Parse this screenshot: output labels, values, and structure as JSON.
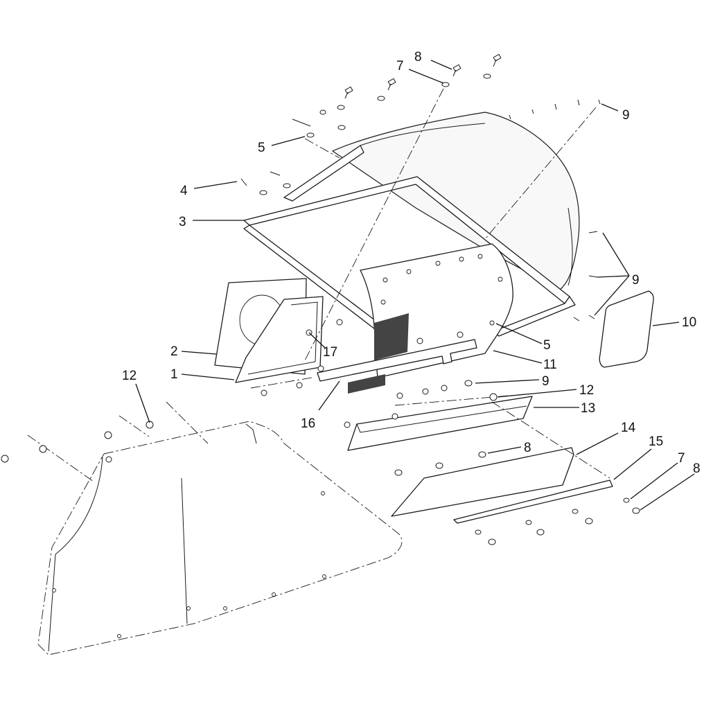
{
  "diagram": {
    "callouts": [
      {
        "id": "c8a",
        "label": "8"
      },
      {
        "id": "c7a",
        "label": "7"
      },
      {
        "id": "c9a",
        "label": "9"
      },
      {
        "id": "c5a",
        "label": "5"
      },
      {
        "id": "c4",
        "label": "4"
      },
      {
        "id": "c3",
        "label": "3"
      },
      {
        "id": "c9b",
        "label": "9"
      },
      {
        "id": "c10",
        "label": "10"
      },
      {
        "id": "c2",
        "label": "2"
      },
      {
        "id": "c17",
        "label": "17"
      },
      {
        "id": "c5b",
        "label": "5"
      },
      {
        "id": "c1",
        "label": "1"
      },
      {
        "id": "c11",
        "label": "11"
      },
      {
        "id": "c12a",
        "label": "12"
      },
      {
        "id": "c9c",
        "label": "9"
      },
      {
        "id": "c12b",
        "label": "12"
      },
      {
        "id": "c13",
        "label": "13"
      },
      {
        "id": "c16",
        "label": "16"
      },
      {
        "id": "c14",
        "label": "14"
      },
      {
        "id": "c8b",
        "label": "8"
      },
      {
        "id": "c15",
        "label": "15"
      },
      {
        "id": "c7b",
        "label": "7"
      },
      {
        "id": "c8c",
        "label": "8"
      }
    ]
  }
}
